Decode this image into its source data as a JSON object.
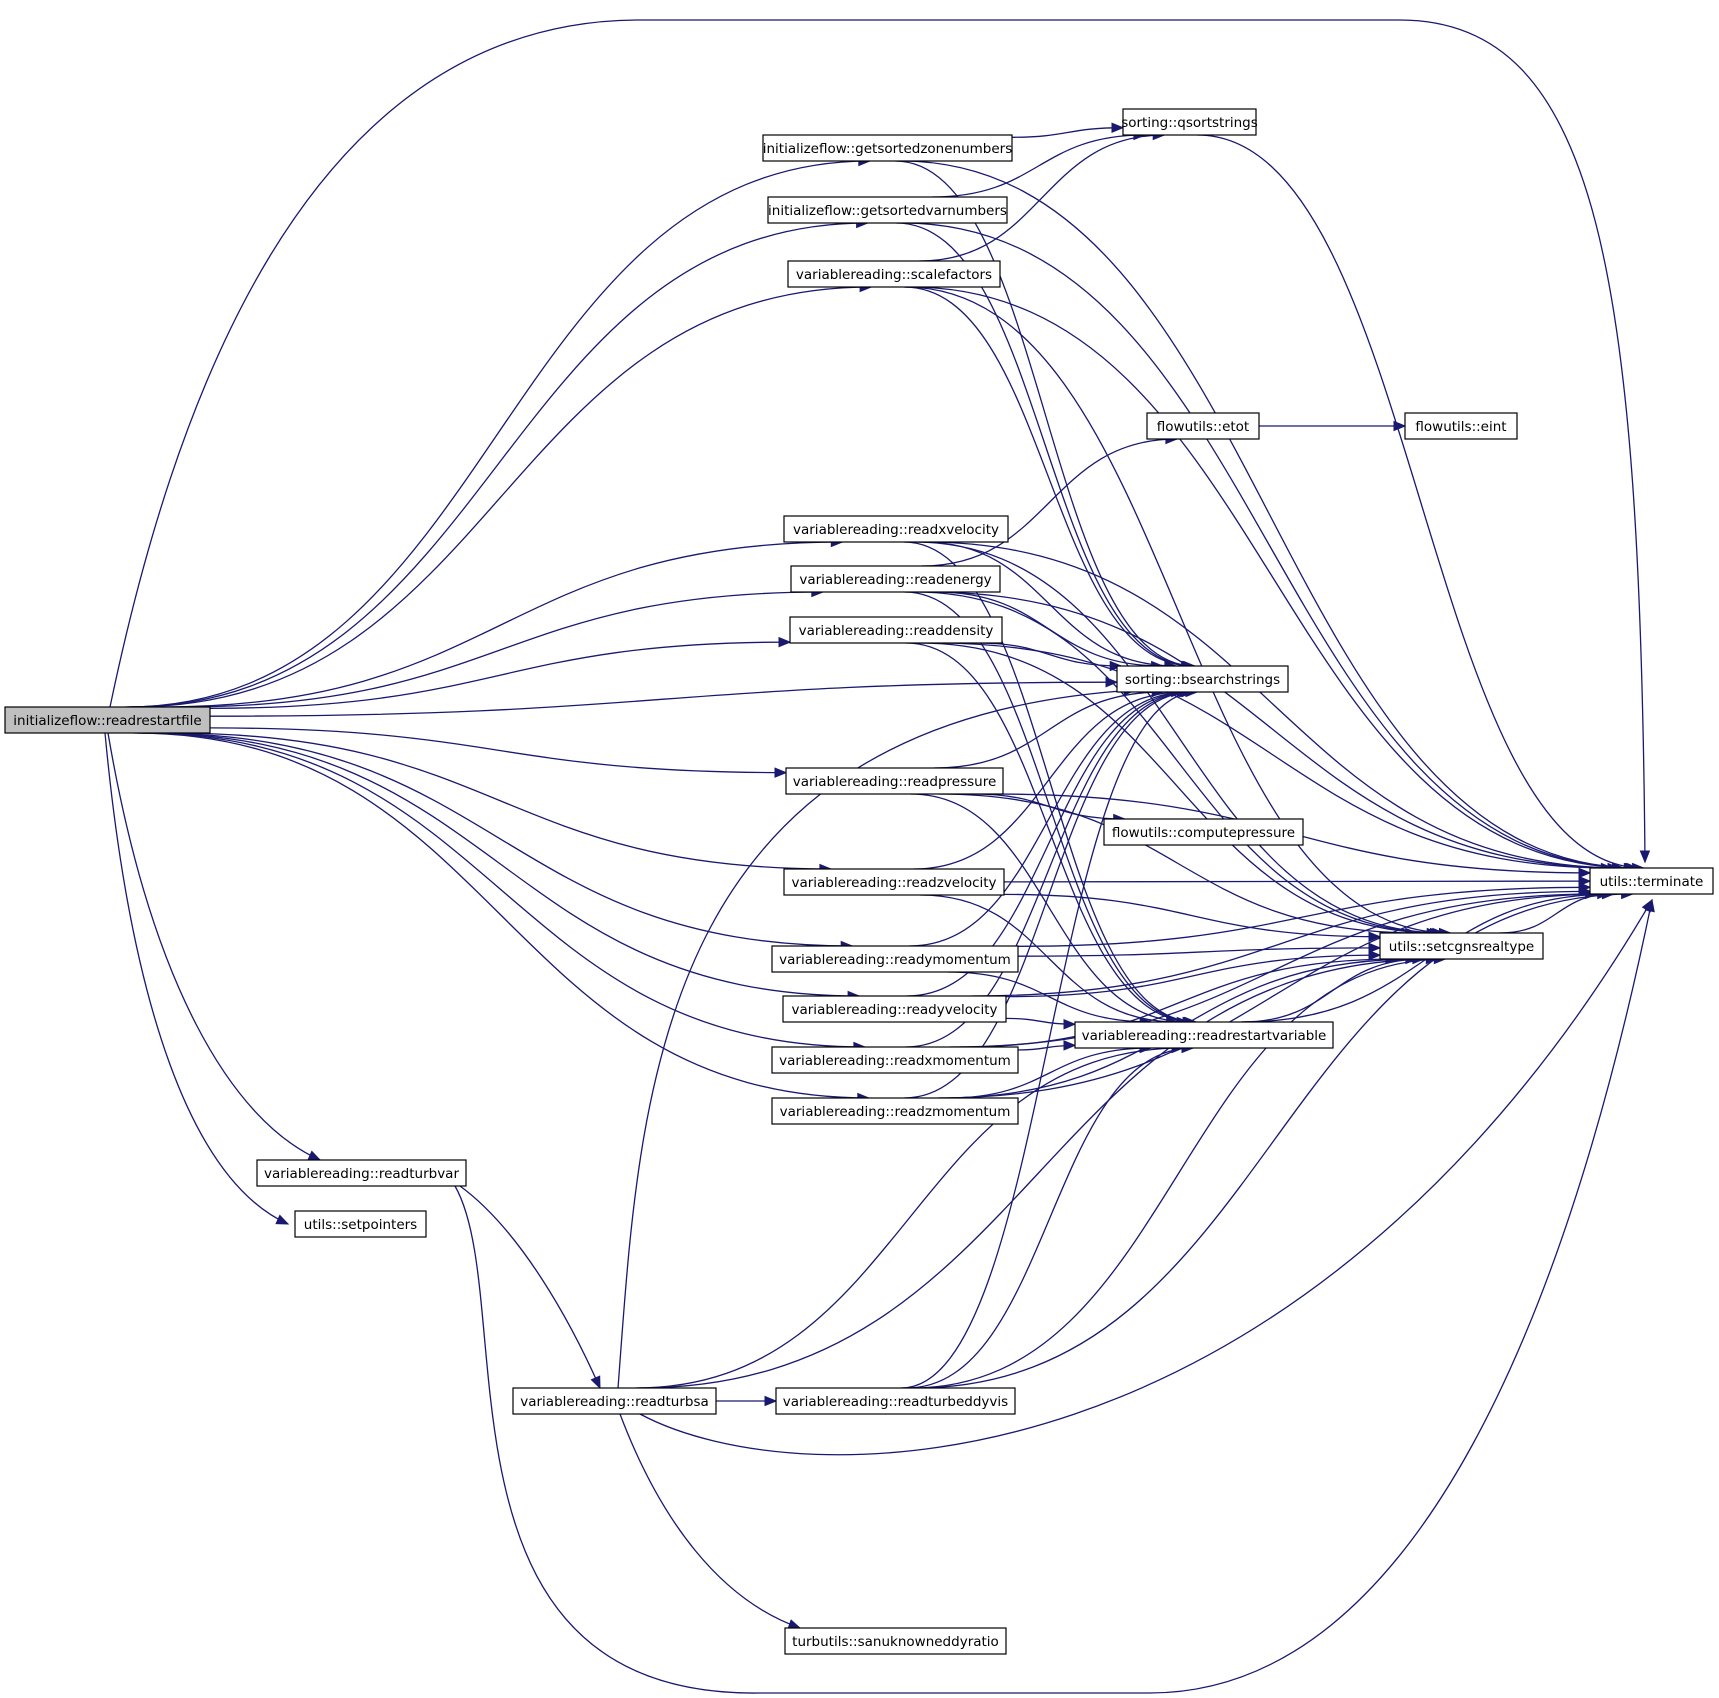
{
  "graph": {
    "type": "call-graph",
    "colors": {
      "edge": "#191970",
      "root_fill": "#bfbfbf",
      "node_fill": "#ffffff",
      "node_border": "#000000"
    },
    "nodes": [
      {
        "id": "root",
        "label": "initializeflow::readrestartfile",
        "root": true
      },
      {
        "id": "zone",
        "label": "initializeflow::getsortedzonenumbers"
      },
      {
        "id": "var",
        "label": "initializeflow::getsortedvarnumbers"
      },
      {
        "id": "scale",
        "label": "variablereading::scalefactors"
      },
      {
        "id": "qsort",
        "label": "sorting::qsortstrings"
      },
      {
        "id": "etot",
        "label": "flowutils::etot"
      },
      {
        "id": "eint",
        "label": "flowutils::eint"
      },
      {
        "id": "xvel",
        "label": "variablereading::readxvelocity"
      },
      {
        "id": "energy",
        "label": "variablereading::readenergy"
      },
      {
        "id": "density",
        "label": "variablereading::readdensity"
      },
      {
        "id": "bsearch",
        "label": "sorting::bsearchstrings"
      },
      {
        "id": "pressure",
        "label": "variablereading::readpressure"
      },
      {
        "id": "cpress",
        "label": "flowutils::computepressure"
      },
      {
        "id": "zvel",
        "label": "variablereading::readzvelocity"
      },
      {
        "id": "term",
        "label": "utils::terminate"
      },
      {
        "id": "ymom",
        "label": "variablereading::readymomentum"
      },
      {
        "id": "cgns",
        "label": "utils::setcgnsrealtype"
      },
      {
        "id": "yvel",
        "label": "variablereading::readyvelocity"
      },
      {
        "id": "rrv",
        "label": "variablereading::readrestartvariable"
      },
      {
        "id": "xmom",
        "label": "variablereading::readxmomentum"
      },
      {
        "id": "zmom",
        "label": "variablereading::readzmomentum"
      },
      {
        "id": "turbvar",
        "label": "variablereading::readturbvar"
      },
      {
        "id": "setptr",
        "label": "utils::setpointers"
      },
      {
        "id": "turbsa",
        "label": "variablereading::readturbsa"
      },
      {
        "id": "eddyvis",
        "label": "variablereading::readturbeddyvis"
      },
      {
        "id": "sanu",
        "label": "turbutils::sanuknowneddyratio"
      }
    ],
    "edges": [
      [
        "root",
        "term"
      ],
      [
        "root",
        "zone"
      ],
      [
        "root",
        "var"
      ],
      [
        "root",
        "scale"
      ],
      [
        "root",
        "xvel"
      ],
      [
        "root",
        "energy"
      ],
      [
        "root",
        "density"
      ],
      [
        "root",
        "bsearch"
      ],
      [
        "root",
        "pressure"
      ],
      [
        "root",
        "zvel"
      ],
      [
        "root",
        "ymom"
      ],
      [
        "root",
        "yvel"
      ],
      [
        "root",
        "xmom"
      ],
      [
        "root",
        "zmom"
      ],
      [
        "root",
        "turbvar"
      ],
      [
        "root",
        "setptr"
      ],
      [
        "zone",
        "qsort"
      ],
      [
        "zone",
        "term"
      ],
      [
        "zone",
        "bsearch"
      ],
      [
        "var",
        "qsort"
      ],
      [
        "var",
        "term"
      ],
      [
        "var",
        "bsearch"
      ],
      [
        "scale",
        "qsort"
      ],
      [
        "scale",
        "term"
      ],
      [
        "scale",
        "cgns"
      ],
      [
        "scale",
        "bsearch"
      ],
      [
        "qsort",
        "term"
      ],
      [
        "etot",
        "eint"
      ],
      [
        "xvel",
        "term"
      ],
      [
        "xvel",
        "cgns"
      ],
      [
        "xvel",
        "bsearch"
      ],
      [
        "xvel",
        "rrv"
      ],
      [
        "energy",
        "etot"
      ],
      [
        "energy",
        "cgns"
      ],
      [
        "energy",
        "term"
      ],
      [
        "energy",
        "bsearch"
      ],
      [
        "energy",
        "rrv"
      ],
      [
        "density",
        "term"
      ],
      [
        "density",
        "cgns"
      ],
      [
        "density",
        "bsearch"
      ],
      [
        "density",
        "rrv"
      ],
      [
        "pressure",
        "bsearch"
      ],
      [
        "pressure",
        "term"
      ],
      [
        "pressure",
        "cgns"
      ],
      [
        "pressure",
        "cpress"
      ],
      [
        "pressure",
        "rrv"
      ],
      [
        "zvel",
        "bsearch"
      ],
      [
        "zvel",
        "term"
      ],
      [
        "zvel",
        "cgns"
      ],
      [
        "zvel",
        "rrv"
      ],
      [
        "ymom",
        "bsearch"
      ],
      [
        "ymom",
        "cgns"
      ],
      [
        "ymom",
        "rrv"
      ],
      [
        "ymom",
        "term"
      ],
      [
        "yvel",
        "bsearch"
      ],
      [
        "yvel",
        "rrv"
      ],
      [
        "yvel",
        "cgns"
      ],
      [
        "yvel",
        "term"
      ],
      [
        "xmom",
        "bsearch"
      ],
      [
        "xmom",
        "rrv"
      ],
      [
        "xmom",
        "cgns"
      ],
      [
        "xmom",
        "term"
      ],
      [
        "zmom",
        "rrv"
      ],
      [
        "zmom",
        "bsearch"
      ],
      [
        "zmom",
        "cgns"
      ],
      [
        "zmom",
        "term"
      ],
      [
        "rrv",
        "cgns"
      ],
      [
        "rrv",
        "term"
      ],
      [
        "cgns",
        "term"
      ],
      [
        "turbvar",
        "turbsa"
      ],
      [
        "turbvar",
        "term"
      ],
      [
        "turbsa",
        "bsearch"
      ],
      [
        "turbsa",
        "rrv"
      ],
      [
        "turbsa",
        "eddyvis"
      ],
      [
        "turbsa",
        "cgns"
      ],
      [
        "turbsa",
        "term"
      ],
      [
        "turbsa",
        "sanu"
      ],
      [
        "eddyvis",
        "bsearch"
      ],
      [
        "eddyvis",
        "rrv"
      ],
      [
        "eddyvis",
        "cgns"
      ],
      [
        "eddyvis",
        "term"
      ]
    ]
  }
}
